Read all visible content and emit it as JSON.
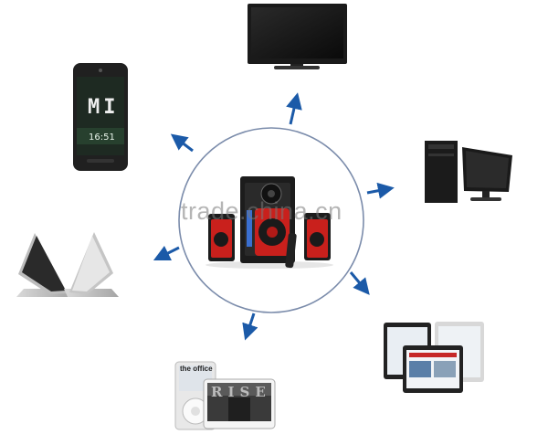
{
  "watermark": {
    "text": "trade.china.cn"
  },
  "devices": {
    "tv": {
      "brand_text": ""
    },
    "phone": {
      "brand_text": "MI",
      "clock_text": "16:51"
    },
    "mp3_player": {
      "label_text": "the office",
      "screen_text": "RISE"
    }
  },
  "colors": {
    "arrow": "#1b5aa8",
    "ring": "#7b8cab",
    "speaker_red": "#c9201c",
    "speaker_dark": "#1c1c1c"
  }
}
